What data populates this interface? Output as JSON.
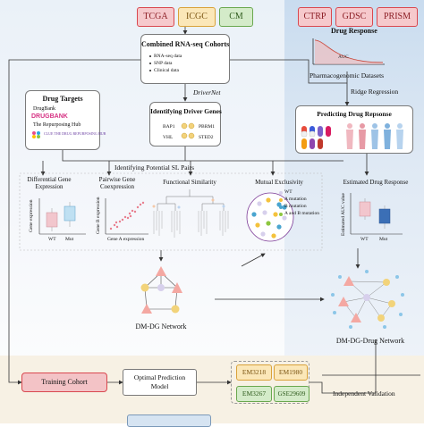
{
  "cohorts": {
    "tcga": "TCGA",
    "icgc": "ICGC",
    "cm": "CM"
  },
  "pharma": {
    "ctrp": "CTRP",
    "gdsc": "GDSC",
    "prism": "PRISM"
  },
  "combined": {
    "title": "Combined RNA-seq Cohorts",
    "items": [
      "RNA-seq data",
      "SNP data",
      "Clinical data"
    ]
  },
  "drug_response": {
    "title": "Drug Response",
    "axis_label": "AUC"
  },
  "pharmacogenomic_label": "Pharmacogenomic Datasets",
  "ridge_label": "Ridge Regression",
  "drivernet_label": "DriverNet",
  "drug_targets": {
    "title": "Drug Targets",
    "drugbank": "DrugBank",
    "drugbank_logo": "DRUGBANK",
    "repurposing": "The Repurposing Hub",
    "clue": "CLUE THE DRUG REPURPOSING HUB"
  },
  "driver_genes": {
    "title": "Identifying Driver Genes",
    "genes": [
      "BAP1",
      "PBRM1",
      "VHL",
      "STED2"
    ]
  },
  "predicting": {
    "title": "Predicting Drug Repsonse"
  },
  "sl_label": "Identifying Potential SL Pairs",
  "methods": {
    "dge_title_1": "Differential Gene",
    "dge_title_2": "Expression",
    "dge_ylabel": "Gene expression",
    "dge_wt": "WT",
    "dge_mut": "Mut",
    "coexp_title_1": "Pairwise Gene",
    "coexp_title_2": "Coexpression",
    "coexp_xlabel": "Gene A expression",
    "coexp_ylabel": "Gene B expression",
    "func_title": "Functional Similarity",
    "mutex_title": "Mutual Exclusivity",
    "mutex_legend": [
      "WT",
      "A mutation",
      "B mutation",
      "A and B mutation"
    ],
    "mutex_colors": [
      "#d7d0ec",
      "#f4c23c",
      "#4aa5cf",
      "#8cc63f"
    ]
  },
  "estimated": {
    "title": "Estimated Drug Response",
    "ylabel": "Estimated AUC value",
    "wt": "WT",
    "mut": "Mut"
  },
  "network_dmdg": "DM-DG Network",
  "network_dmdgdrug": "DM-DG-Drug Network",
  "bottom": {
    "training": "Training Cohort",
    "optimal_1": "Optimal Prediction",
    "optimal_2": "Model",
    "em3218": "EM3218",
    "em1980": "EM1980",
    "em3267": "EM3267",
    "gse": "GSE29609",
    "validation": "Independent Validation"
  }
}
